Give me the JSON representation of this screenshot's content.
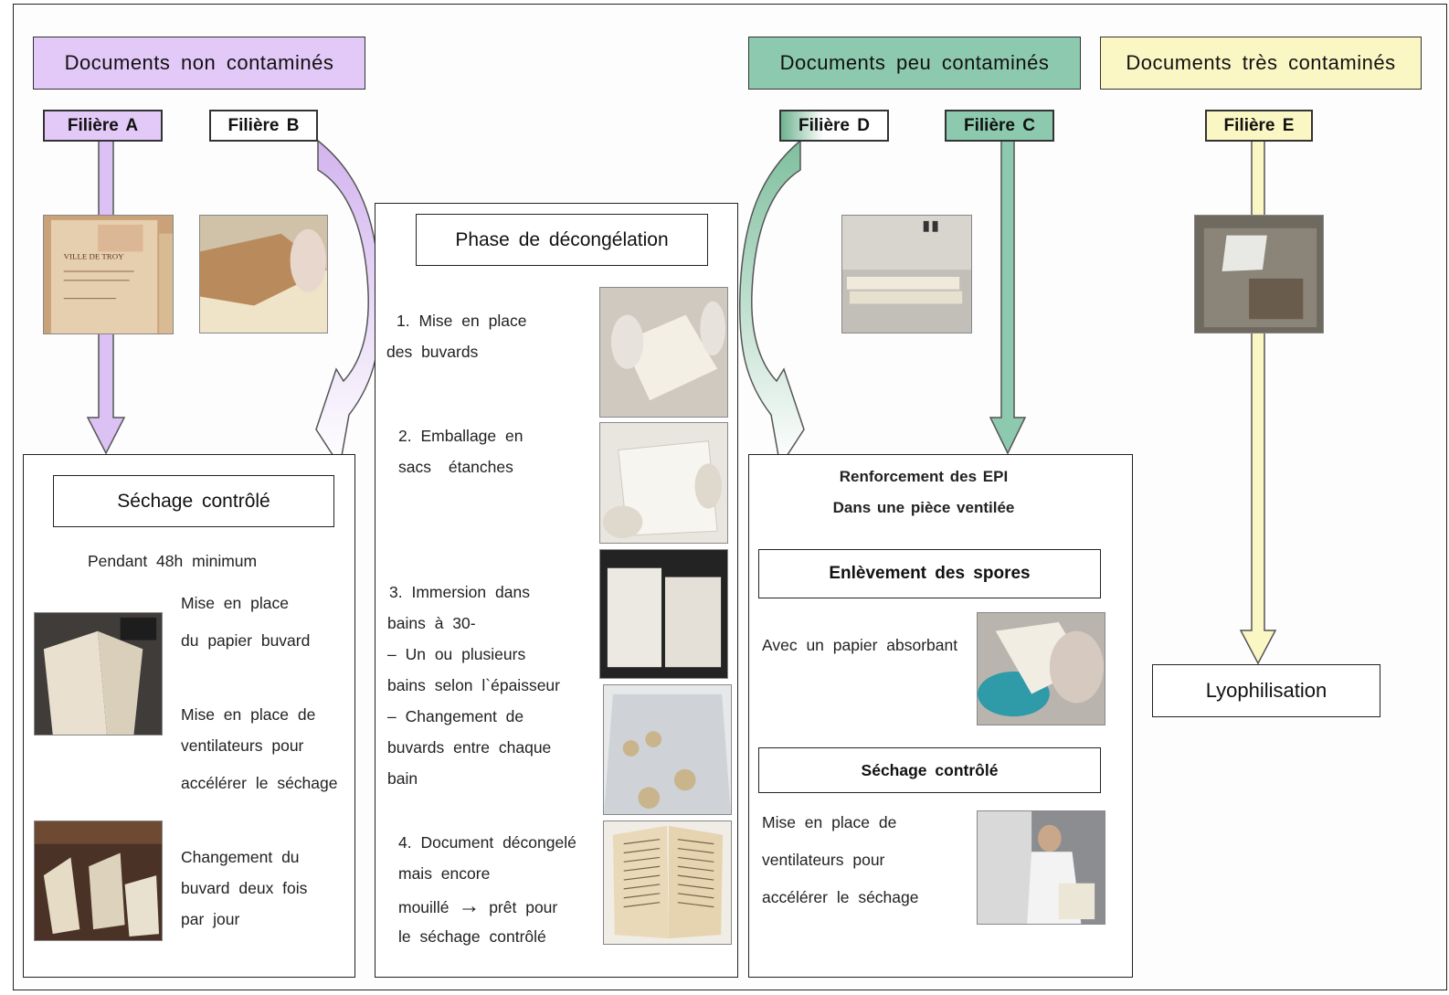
{
  "headers": {
    "non_contamines": "Documents non contaminés",
    "peu_contamines": "Documents peu contaminés",
    "tres_contamines": "Documents très contaminés"
  },
  "filieres": {
    "a": "Filière A",
    "b": "Filière B",
    "c": "Filière C",
    "d": "Filière D",
    "e": "Filière E"
  },
  "colors": {
    "purple": "#e3c9f7",
    "purple_dark": "#b48ad6",
    "green": "#8dc9ae",
    "green_dark": "#5aa687",
    "yellow": "#fbf7c4",
    "yellow_dark": "#d8d290"
  },
  "sechage_left": {
    "title": "Séchage contrôlé",
    "duration": "Pendant 48h minimum",
    "step1": [
      "Mise en place",
      "du papier buvard"
    ],
    "step2": [
      "Mise en place de",
      "ventilateurs pour",
      "accélérer le séchage"
    ],
    "step3": [
      "Changement du",
      "buvard deux fois",
      "par jour"
    ]
  },
  "decongelation": {
    "title": "Phase de décongélation",
    "step1": [
      "1. Mise en place",
      "des buvards"
    ],
    "step2": [
      "2. Emballage en",
      "sacs étanches"
    ],
    "step3": [
      "3. Immersion dans",
      "bains à 30-",
      "– Un ou plusieurs",
      "bains selon l`épaisseur",
      "– Changement de",
      "buvards entre chaque",
      "bain"
    ],
    "step4_line1": "4. Document décongelé",
    "step4_line2": "mais encore",
    "step4_line3a": "mouillé",
    "step4_arrow": "→",
    "step4_line3b": "prêt pour",
    "step4_line4": "le séchage contrôlé"
  },
  "peu_panel": {
    "line1": "Renforcement des EPI",
    "line2": "Dans une pièce ventilée",
    "spores_title": "Enlèvement des spores",
    "spores_text": "Avec un papier absorbant",
    "sechage_title": "Séchage contrôlé",
    "sechage_text": [
      "Mise en place de",
      "ventilateurs pour",
      "accélérer le séchage"
    ]
  },
  "lyophilisation": "Lyophilisation",
  "photos": {
    "book_title": "VILLE DE TROY"
  }
}
